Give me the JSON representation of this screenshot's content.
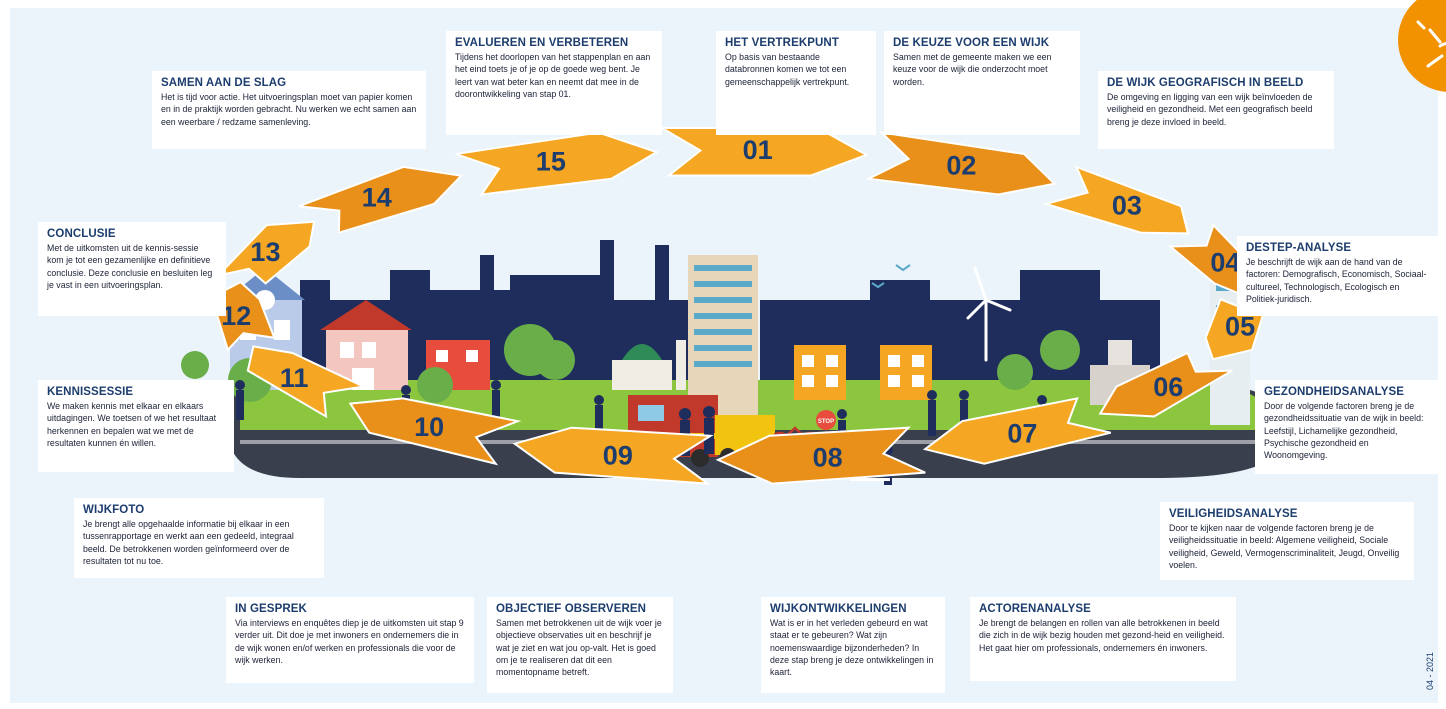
{
  "steps": [
    {
      "num": "01",
      "title": "HET VERTREKPUNT",
      "text": "Op basis van bestaande databronnen komen we tot een gemeenschappelijk vertrekpunt."
    },
    {
      "num": "02",
      "title": "DE KEUZE VOOR EEN WIJK",
      "text": "Samen met de gemeente maken we een keuze voor de wijk die onderzocht moet worden."
    },
    {
      "num": "03",
      "title": "DE WIJK GEOGRAFISCH IN BEELD",
      "text": "De omgeving en ligging van een wijk beïnvloeden de veiligheid en gezondheid. Met een geografisch beeld breng je deze invloed in beeld."
    },
    {
      "num": "04",
      "title": "DESTEP-ANALYSE",
      "text": "Je beschrijft de wijk aan de hand van de factoren: Demografisch, Economisch, Sociaal-cultureel, Technologisch, Ecologisch en Politiek-juridisch."
    },
    {
      "num": "05",
      "title": "GEZONDHEIDSANALYSE",
      "text": "Door de volgende factoren breng je de gezondheidssituatie van de wijk in beeld: Leefstijl, Lichamelijke gezondheid, Psychische gezondheid en Woonomgeving."
    },
    {
      "num": "06",
      "title": "VEILIGHEIDSANALYSE",
      "text": "Door te kijken naar de volgende factoren breng je de veiligheidssituatie in beeld: Algemene veiligheid, Sociale veiligheid, Geweld, Vermogenscriminaliteit, Jeugd, Onveilig voelen."
    },
    {
      "num": "07",
      "title": "ACTORENANALYSE",
      "text": "Je brengt de belangen en rollen van alle betrokkenen in beeld die zich in de wijk bezig houden met gezond-heid en veiligheid. Het gaat hier om professionals, ondernemers én inwoners."
    },
    {
      "num": "08",
      "title": "WIJKONTWIKKELINGEN",
      "text": "Wat is er in het verleden gebeurd en wat staat er te gebeuren? Wat zijn noemenswaardige bijzonderheden? In deze stap breng je deze ontwikkelingen in kaart."
    },
    {
      "num": "09",
      "title": "OBJECTIEF OBSERVEREN",
      "text": "Samen met betrokkenen uit de wijk voer je objectieve observaties uit en beschrijf je wat je ziet en wat jou op-valt. Het is goed om je te realiseren dat dit een momentopname betreft."
    },
    {
      "num": "10",
      "title": "IN GESPREK",
      "text": "Via interviews en enquêtes diep je de uitkomsten uit stap 9 verder uit. Dit doe je met inwoners en ondernemers die in de wijk wonen en/of werken en professionals die voor de wijk werken."
    },
    {
      "num": "11",
      "title": "WIJKFOTO",
      "text": "Je brengt alle opgehaalde informatie bij elkaar in een tussenrapportage en werkt aan een gedeeld, integraal beeld. De betrokkenen worden geïnformeerd over de resultaten tot nu toe."
    },
    {
      "num": "12",
      "title": "KENNISSESSIE",
      "text": "We maken kennis met elkaar en elkaars uitdagingen. We toetsen of we het resultaat herkennen en bepalen wat we met de resultaten kunnen én willen."
    },
    {
      "num": "13",
      "title": "CONCLUSIE",
      "text": "Met de uitkomsten uit de kennis-sessie kom je tot een gezamenlijke en definitieve conclusie. Deze conclusie en besluiten leg je vast in een uitvoeringsplan."
    },
    {
      "num": "14",
      "title": "SAMEN AAN DE SLAG",
      "text": "Het is tijd voor actie. Het uitvoeringsplan moet van papier komen en in de praktijk worden gebracht. Nu werken we echt samen aan een weerbare / redzame samenleving."
    },
    {
      "num": "15",
      "title": "EVALUEREN EN VERBETEREN",
      "text": "Tijdens het doorlopen van het stappenplan en aan het eind toets je of je op de goede weg bent. Je leert van wat beter kan en neemt dat mee in de doorontwikkeling van stap 01."
    }
  ],
  "scene_labels": {
    "stop_sign": "STOP"
  },
  "footer": {
    "date": "04 - 2021"
  },
  "colors": {
    "arrow": "#f5a623",
    "arrow_dark": "#e8901a",
    "title": "#1c3d6e",
    "panel": "#eaf4fa",
    "sun": "#f39200"
  }
}
